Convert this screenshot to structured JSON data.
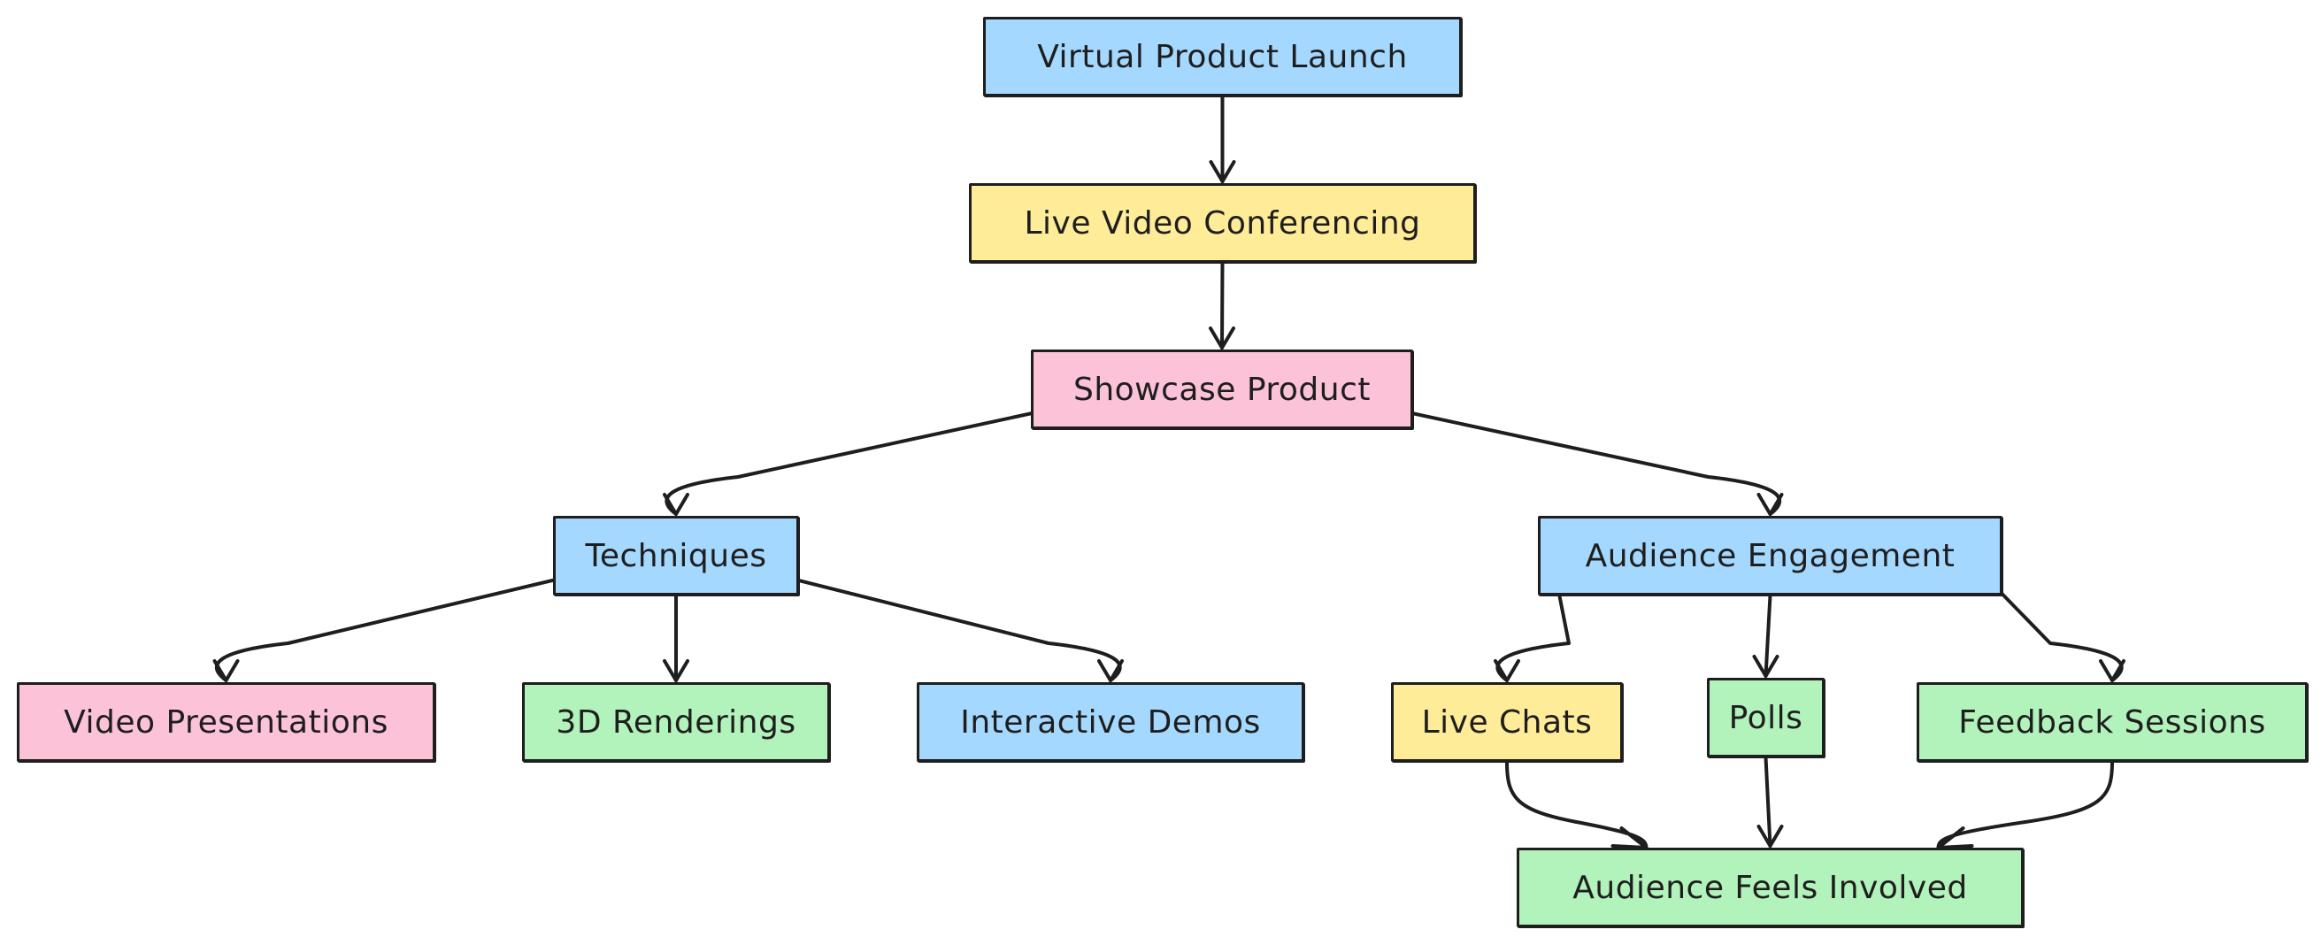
{
  "colors": {
    "blue": "#a5d8ff",
    "yellow": "#ffec99",
    "pink": "#fcc2d7",
    "green": "#b2f2bb",
    "stroke": "#1e1e1e"
  },
  "nodes": {
    "virtual_product_launch": {
      "label": "Virtual Product Launch",
      "color": "blue"
    },
    "live_video_conferencing": {
      "label": "Live Video Conferencing",
      "color": "yellow"
    },
    "showcase_product": {
      "label": "Showcase Product",
      "color": "pink"
    },
    "techniques": {
      "label": "Techniques",
      "color": "blue"
    },
    "audience_engagement": {
      "label": "Audience Engagement",
      "color": "blue"
    },
    "video_presentations": {
      "label": "Video Presentations",
      "color": "pink"
    },
    "renderings_3d": {
      "label": "3D Renderings",
      "color": "green"
    },
    "interactive_demos": {
      "label": "Interactive Demos",
      "color": "blue"
    },
    "live_chats": {
      "label": "Live Chats",
      "color": "yellow"
    },
    "polls": {
      "label": "Polls",
      "color": "green"
    },
    "feedback_sessions": {
      "label": "Feedback Sessions",
      "color": "green"
    },
    "audience_feels_involved": {
      "label": "Audience Feels Involved",
      "color": "green"
    }
  },
  "edges": [
    {
      "from": "virtual_product_launch",
      "to": "live_video_conferencing"
    },
    {
      "from": "live_video_conferencing",
      "to": "showcase_product"
    },
    {
      "from": "showcase_product",
      "to": "techniques"
    },
    {
      "from": "showcase_product",
      "to": "audience_engagement"
    },
    {
      "from": "techniques",
      "to": "video_presentations"
    },
    {
      "from": "techniques",
      "to": "renderings_3d"
    },
    {
      "from": "techniques",
      "to": "interactive_demos"
    },
    {
      "from": "audience_engagement",
      "to": "live_chats"
    },
    {
      "from": "audience_engagement",
      "to": "polls"
    },
    {
      "from": "audience_engagement",
      "to": "feedback_sessions"
    },
    {
      "from": "live_chats",
      "to": "audience_feels_involved"
    },
    {
      "from": "polls",
      "to": "audience_feels_involved"
    },
    {
      "from": "feedback_sessions",
      "to": "audience_feels_involved"
    }
  ]
}
